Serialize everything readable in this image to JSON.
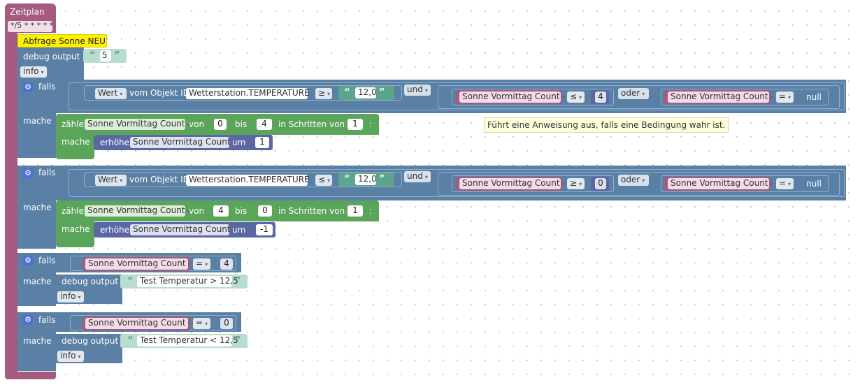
{
  "hat": {
    "title": "Zeitplan",
    "cron": "*/5 * * * * *"
  },
  "comment": {
    "text": "Abfrage Sonne NEU"
  },
  "debug1": {
    "label": "debug output",
    "value": "5",
    "level": "info"
  },
  "tooltip": "Führt eine Anweisung aus, falls eine Bedingung wahr ist.",
  "kw": {
    "falls": "falls",
    "mache": "mache",
    "und": "und",
    "oder": "oder",
    "zaehle": "zähle",
    "von": "von",
    "bis": "bis",
    "schritte": "in Schritten von",
    "colon": ":",
    "erhoehe": "erhöhe",
    "um": "um",
    "wert": "Wert",
    "vom_objekt": "vom Objekt ID",
    "object_id": "Wetterstation.TEMPERATURE",
    "var": "Sonne Vormittag Count",
    "null": "null",
    "eq": "=",
    "debug": "debug output",
    "info": "info"
  },
  "if1": {
    "cmp_op": "≥",
    "temp": "12,0",
    "count_op": "≤",
    "count_val": "4",
    "null_op": "=",
    "from": "0",
    "to": "4",
    "step": "1",
    "inc": "1"
  },
  "if2": {
    "cmp_op": "≤",
    "temp": "12,0",
    "count_op": "≥",
    "count_val": "0",
    "null_op": "=",
    "from": "4",
    "to": "0",
    "step": "1",
    "inc": "-1"
  },
  "if3": {
    "op": "=",
    "val": "4",
    "text": "Test Temperatur > 12,5"
  },
  "if4": {
    "op": "=",
    "val": "0",
    "text": "Test Temperatur < 12,5"
  }
}
